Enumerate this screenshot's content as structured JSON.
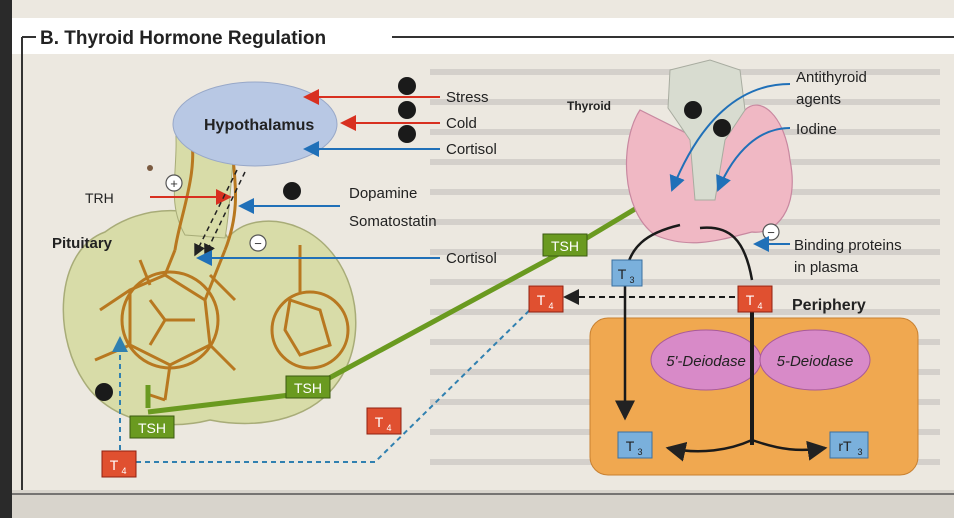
{
  "title": "B. Thyroid Hormone Regulation",
  "labels": {
    "hypothalamus": "Hypothalamus",
    "pituitary": "Pituitary",
    "thyroid": "Thyroid",
    "periphery": "Periphery",
    "trh": "TRH"
  },
  "signs": {
    "plus": "+",
    "minus": "−"
  },
  "inputs": {
    "stress": "Stress",
    "cold": "Cold",
    "cortisol": "Cortisol",
    "dopamine": "Dopamine",
    "somatostatin": "Somatostatin",
    "cortisol2": "Cortisol",
    "antithyroid_1": "Antithyroid",
    "antithyroid_2": "agents",
    "iodine": "Iodine",
    "binding_1": "Binding proteins",
    "binding_2": "in plasma"
  },
  "hormones": {
    "tsh": "TSH",
    "t4_main": "T",
    "t4_sub": "4",
    "t3_main": "T",
    "t3_sub": "3",
    "rt3_main": "rT",
    "rt3_sub": "3"
  },
  "enzymes": {
    "left": "5'-Deiodase",
    "right": "5-Deiodase"
  },
  "colors": {
    "title_bar": "#ffffff",
    "pituitary_fill": "#d8dca8",
    "hypothalamus_fill": "#b8c8e4",
    "thyroid_fill": "#f0b8c4",
    "periphery_box": "#f0a850",
    "enzyme_fill": "#d88ac8",
    "vessel": "#b87820",
    "tsh_green": "#6a9a20",
    "t4_red": "#e05030",
    "t3_blue": "#7ab0dc",
    "arrow_red": "#d83020",
    "arrow_blue": "#2070b8",
    "dashed_blue": "#3080b0"
  }
}
